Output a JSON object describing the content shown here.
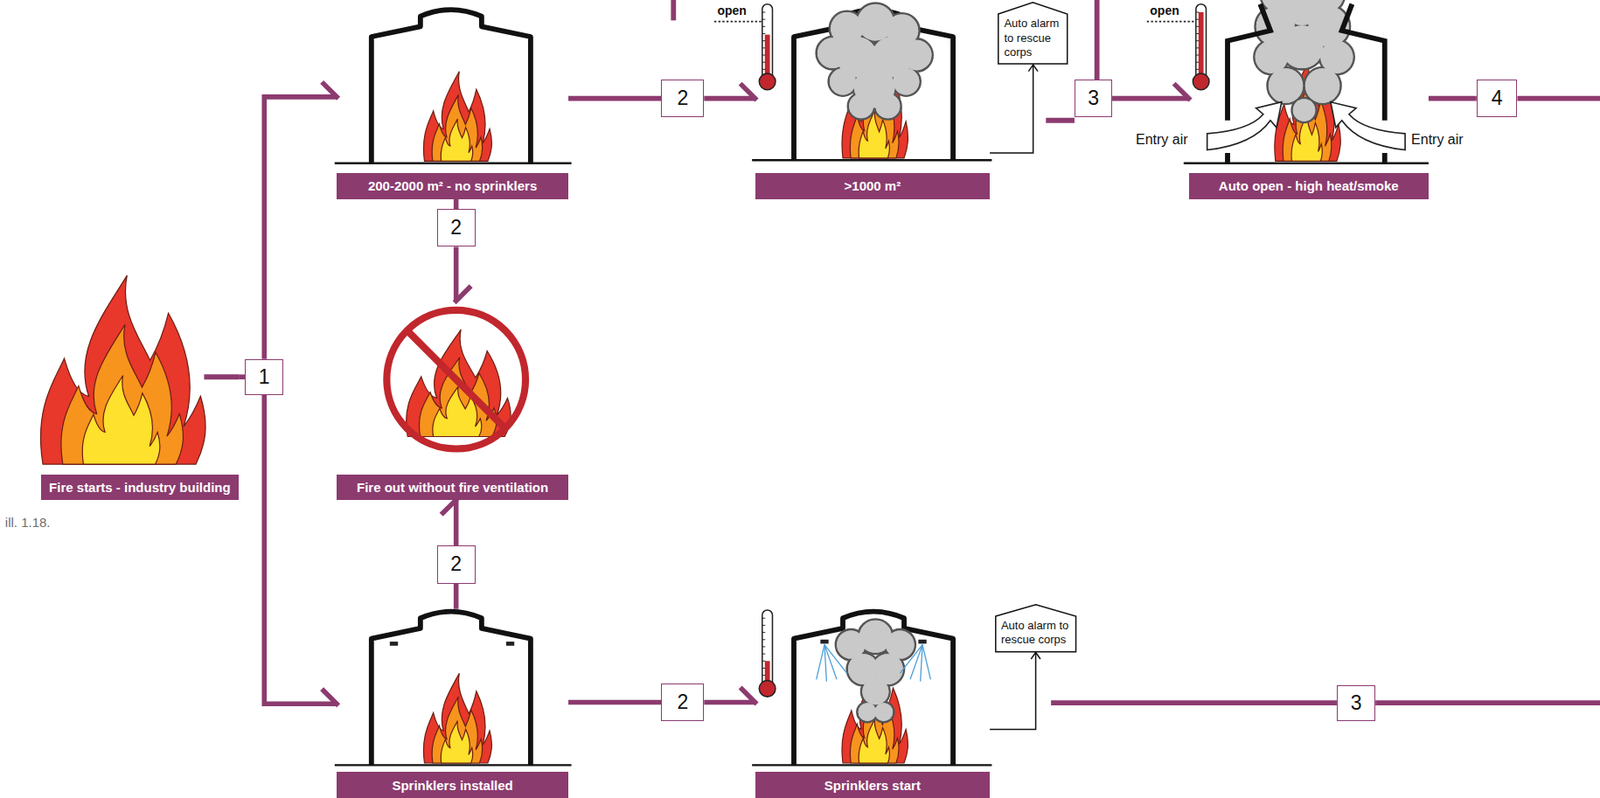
{
  "diagram": {
    "caption": "ill. 1.18.",
    "nodes": [
      {
        "text": [
          "Fire starts - industry building"
        ]
      },
      {
        "text": [
          "1"
        ]
      },
      {
        "text": [
          "200-2000 m² - no sprinklers"
        ]
      },
      {
        "text": [
          "2"
        ]
      },
      {
        "text": [
          ">1000 m²"
        ]
      },
      {
        "text": [
          "Auto alarm to rescue corps"
        ]
      },
      {
        "text": [
          "3"
        ]
      },
      {
        "text": [
          "Auto open - high heat/smoke"
        ]
      },
      {
        "text": [
          "4"
        ]
      },
      {
        "text": [
          "2"
        ]
      },
      {
        "text": [
          "Fire out without fire ventilation"
        ]
      },
      {
        "text": [
          "2"
        ]
      },
      {
        "text": [
          "Sprinklers installed"
        ]
      },
      {
        "text": [
          "2"
        ]
      },
      {
        "text": [
          "Sprinklers start"
        ]
      },
      {
        "text": [
          "Auto alarm to rescue corps"
        ]
      },
      {
        "text": [
          "3"
        ]
      }
    ],
    "edges": [
      {
        "from": 0,
        "to": 1,
        "arrow": "none"
      },
      {
        "from": 1,
        "to": 2,
        "arrow": "to"
      },
      {
        "from": 1,
        "to": 12,
        "arrow": "to"
      },
      {
        "from": 2,
        "to": 3,
        "arrow": "none"
      },
      {
        "from": 3,
        "to": 4,
        "arrow": "to"
      },
      {
        "from": 4,
        "to": 5,
        "arrow": "to"
      },
      {
        "from": 6,
        "to": 7,
        "arrow": "to"
      },
      {
        "from": 7,
        "to": 8,
        "arrow": "none"
      },
      {
        "from": 2,
        "to": 9,
        "arrow": "none"
      },
      {
        "from": 9,
        "to": 10,
        "arrow": "to"
      },
      {
        "from": 11,
        "to": 10,
        "arrow": "to"
      },
      {
        "from": 12,
        "to": 11,
        "arrow": "none"
      },
      {
        "from": 12,
        "to": 13,
        "arrow": "none"
      },
      {
        "from": 13,
        "to": 14,
        "arrow": "to"
      },
      {
        "from": 14,
        "to": 15,
        "arrow": "to"
      }
    ],
    "labels": [
      "open",
      "open",
      "Entry air",
      "Entry air"
    ]
  }
}
